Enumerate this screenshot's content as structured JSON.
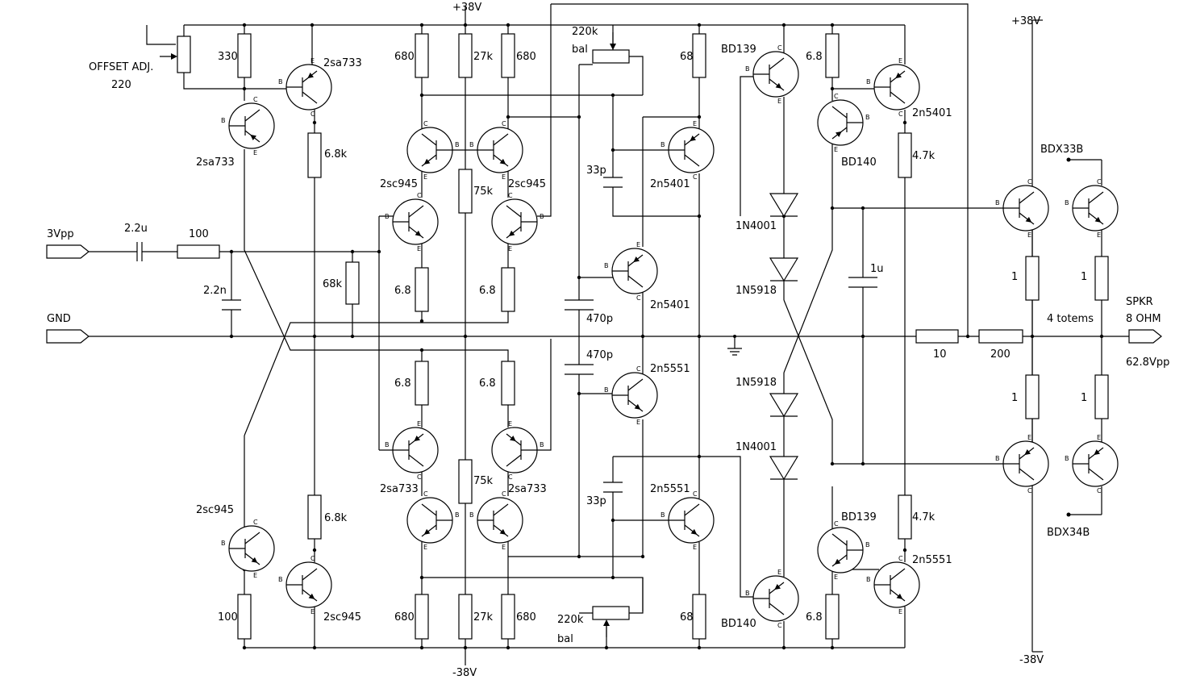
{
  "supply": {
    "pos_top_center": "+38V",
    "pos_top_right": "+38V",
    "neg_bottom_center": "-38V",
    "neg_bottom_right": "-38V"
  },
  "ports": {
    "input": "3Vpp",
    "ground": "GND",
    "speaker_line1": "SPKR",
    "speaker_line2": "8 OHM",
    "output_swing": "62.8Vpp"
  },
  "labels": {
    "offset_adj": "OFFSET ADJ.",
    "offset_value": "220",
    "totems": "4 totems"
  },
  "resistors": [
    {
      "id": "r_330",
      "value": "330"
    },
    {
      "id": "r_6k8_top",
      "value": "6.8k"
    },
    {
      "id": "r_100_in",
      "value": "100"
    },
    {
      "id": "r_68k",
      "value": "68k"
    },
    {
      "id": "r_680_tl",
      "value": "680"
    },
    {
      "id": "r_27k_t",
      "value": "27k"
    },
    {
      "id": "r_680_tr",
      "value": "680"
    },
    {
      "id": "r_75k_t",
      "value": "75k"
    },
    {
      "id": "r_6_8_ul",
      "value": "6.8"
    },
    {
      "id": "r_6_8_ur",
      "value": "6.8"
    },
    {
      "id": "r_6_8_ll",
      "value": "6.8"
    },
    {
      "id": "r_6_8_lr",
      "value": "6.8"
    },
    {
      "id": "r_75k_b",
      "value": "75k"
    },
    {
      "id": "r_6k8_bot",
      "value": "6.8k"
    },
    {
      "id": "r_100_bot",
      "value": "100"
    },
    {
      "id": "r_680_bl",
      "value": "680"
    },
    {
      "id": "r_27k_b",
      "value": "27k"
    },
    {
      "id": "r_680_br",
      "value": "680"
    },
    {
      "id": "r_68_t",
      "value": "68"
    },
    {
      "id": "r_68_b",
      "value": "68"
    },
    {
      "id": "r_6_8_vt",
      "value": "6.8"
    },
    {
      "id": "r_6_8_vb",
      "value": "6.8"
    },
    {
      "id": "r_4k7_t",
      "value": "4.7k"
    },
    {
      "id": "r_4k7_b",
      "value": "4.7k"
    },
    {
      "id": "r_1_a",
      "value": "1"
    },
    {
      "id": "r_1_b",
      "value": "1"
    },
    {
      "id": "r_1_c",
      "value": "1"
    },
    {
      "id": "r_1_d",
      "value": "1"
    },
    {
      "id": "r_10",
      "value": "10"
    },
    {
      "id": "r_200",
      "value": "200"
    }
  ],
  "pots": [
    {
      "id": "pot_220k_t",
      "value": "220k",
      "sub": "bal"
    },
    {
      "id": "pot_220k_b",
      "value": "220k",
      "sub": "bal"
    }
  ],
  "capacitors": [
    {
      "id": "c_2u2",
      "value": "2.2u"
    },
    {
      "id": "c_2n2",
      "value": "2.2n"
    },
    {
      "id": "c_33p_t",
      "value": "33p"
    },
    {
      "id": "c_33p_b",
      "value": "33p"
    },
    {
      "id": "c_470p_t",
      "value": "470p"
    },
    {
      "id": "c_470p_b",
      "value": "470p"
    },
    {
      "id": "c_1u",
      "value": "1u"
    }
  ],
  "diodes": [
    {
      "id": "d_1n4001_t",
      "value": "1N4001"
    },
    {
      "id": "d_1n5918_t",
      "value": "1N5918"
    },
    {
      "id": "d_1n5918_b",
      "value": "1N5918"
    },
    {
      "id": "d_1n4001_b",
      "value": "1N4001"
    }
  ],
  "transistors": [
    {
      "id": "q_sa733_1",
      "part": "2sa733"
    },
    {
      "id": "q_sa733_2",
      "part": "2sa733"
    },
    {
      "id": "q_sc945_ul",
      "part": "2sc945"
    },
    {
      "id": "q_sc945_ur",
      "part": "2sc945"
    },
    {
      "id": "q_sc945_bl",
      "part": "2sc945"
    },
    {
      "id": "q_sc945_br",
      "part": "2sc945"
    },
    {
      "id": "q_sa733_ll",
      "part": "2sa733"
    },
    {
      "id": "q_sa733_lr",
      "part": "2sa733"
    },
    {
      "id": "q_2n5401_vas",
      "part": "2n5401"
    },
    {
      "id": "q_2n5401_mid",
      "part": "2n5401"
    },
    {
      "id": "q_2n5551_mid",
      "part": "2n5551"
    },
    {
      "id": "q_2n5551_vas",
      "part": "2n5551"
    },
    {
      "id": "q_bd139_t",
      "part": "BD139"
    },
    {
      "id": "q_bd140_b",
      "part": "BD140"
    },
    {
      "id": "q_2n5401_out",
      "part": "2n5401"
    },
    {
      "id": "q_bd140_t",
      "part": "BD140"
    },
    {
      "id": "q_bd139_b",
      "part": "BD139"
    },
    {
      "id": "q_2n5551_out",
      "part": "2n5551"
    },
    {
      "id": "q_bdx33b",
      "part": "BDX33B"
    },
    {
      "id": "q_bdx34b",
      "part": "BDX34B"
    }
  ],
  "pins": {
    "e": "E",
    "b": "B",
    "c": "C"
  }
}
